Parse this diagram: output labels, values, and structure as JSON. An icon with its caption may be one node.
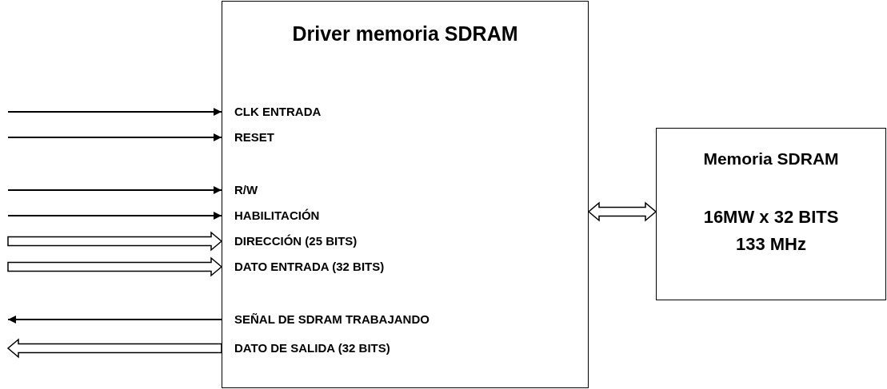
{
  "diagram": {
    "nodes": [
      {
        "text": [
          "Driver memoria SDRAM"
        ]
      },
      {
        "text": [
          "Memoria SDRAM",
          "16MW x 32 BITS 133 MHz"
        ]
      }
    ],
    "edges": [
      {
        "from": null,
        "to": 0,
        "arrow": "to"
      },
      {
        "from": null,
        "to": 0,
        "arrow": "to"
      },
      {
        "from": null,
        "to": 0,
        "arrow": "to"
      },
      {
        "from": null,
        "to": 0,
        "arrow": "to"
      },
      {
        "from": null,
        "to": 0,
        "arrow": "to",
        "style": "thick"
      },
      {
        "from": null,
        "to": 0,
        "arrow": "to",
        "style": "thick"
      },
      {
        "from": 0,
        "to": null,
        "arrow": "to"
      },
      {
        "from": 0,
        "to": null,
        "arrow": "to",
        "style": "thick"
      },
      {
        "from": 0,
        "to": 1,
        "arrow": "both",
        "style": "thick"
      }
    ],
    "labels": [
      "CLK ENTRADA",
      "RESET",
      "R/W",
      "HABILITACIÓN",
      "DIRECCIÓN (25 BITS)",
      "DATO ENTRADA (32 BITS)",
      "SEÑAL DE SDRAM TRABAJANDO",
      "DATO DE SALIDA (32 BITS)"
    ]
  }
}
